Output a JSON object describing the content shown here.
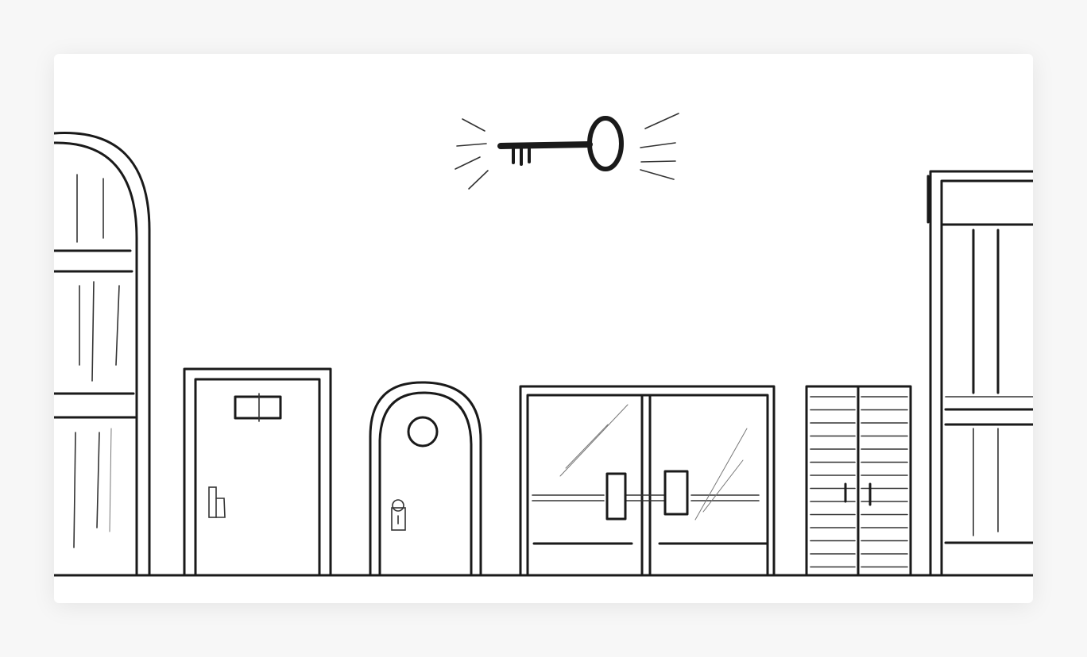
{
  "scene": {
    "background_color": "#f7f7f7",
    "card_color": "#ffffff",
    "ink_color": "#1a1a1a",
    "elements": [
      "arched-wooden-door",
      "office-door",
      "arched-door",
      "glass-double-door",
      "slatted-door",
      "tall-panel-door",
      "glowing-key-icon"
    ]
  }
}
